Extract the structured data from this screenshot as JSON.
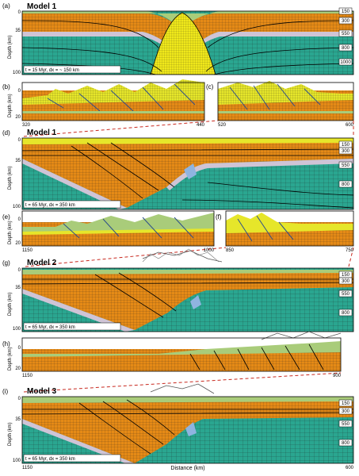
{
  "figure": {
    "palette": {
      "mantle": "#2aa690",
      "crust": "#e58a16",
      "moho_band": "#cfc4d6",
      "sediment": "#e6e62a",
      "sediment_green": "#a9cc7a",
      "grid": "#222222",
      "frame": "#000000",
      "guide": "#c8281e",
      "wedge_core": "#f0e81a"
    },
    "panels": [
      {
        "letter": "(a)",
        "title": "Model 1",
        "time_label": "t = 15 Myr, dx = ~ 150 km",
        "y_ticks": [
          "0",
          "35",
          "100"
        ],
        "y_label": "Depth (km)",
        "x_ticks": [],
        "isotherms": [
          "150",
          "300",
          "550",
          "800",
          "1000"
        ],
        "icon": "central-dome"
      },
      {
        "letter": "(b)",
        "title": "",
        "time_label": "",
        "y_ticks": [
          "0",
          "20"
        ],
        "y_label": "Depth (km)",
        "x_ticks": [
          "320",
          "440"
        ],
        "isotherms": []
      },
      {
        "letter": "(c)",
        "title": "",
        "time_label": "",
        "y_ticks": [],
        "y_label": "",
        "x_ticks": [
          "520",
          "600"
        ],
        "isotherms": []
      },
      {
        "letter": "(d)",
        "title": "Model 1",
        "time_label": "t = 65 Myr, dx = 350 km",
        "y_ticks": [
          "0",
          "35",
          "100"
        ],
        "y_label": "Depth (km)",
        "x_ticks": [],
        "isotherms": [
          "150",
          "300",
          "550",
          "800"
        ]
      },
      {
        "letter": "(e)",
        "title": "",
        "time_label": "",
        "y_ticks": [
          "0",
          "20"
        ],
        "y_label": "Depth (km)",
        "x_ticks": [
          "1150",
          "1000"
        ],
        "isotherms": []
      },
      {
        "letter": "(f)",
        "title": "",
        "time_label": "",
        "y_ticks": [],
        "y_label": "",
        "x_ticks": [
          "850",
          "750"
        ],
        "isotherms": []
      },
      {
        "letter": "(g)",
        "title": "Model 2",
        "time_label": "t = 65 Myr, dx = 350 km",
        "y_ticks": [
          "0",
          "35",
          "100"
        ],
        "y_label": "Depth (km)",
        "x_ticks": [],
        "isotherms": [
          "150",
          "300",
          "550",
          "800"
        ]
      },
      {
        "letter": "(h)",
        "title": "",
        "time_label": "",
        "y_ticks": [
          "0",
          "20"
        ],
        "y_label": "Depth (km)",
        "x_ticks": [
          "1150",
          "900"
        ],
        "isotherms": []
      },
      {
        "letter": "(i)",
        "title": "Model 3",
        "time_label": "t = 65 Myr, dx = 350 km",
        "y_ticks": [
          "0",
          "35",
          "100"
        ],
        "y_label": "Depth (km)",
        "x_ticks": [
          "1150",
          "600"
        ],
        "isotherms": [
          "150",
          "300",
          "550",
          "800"
        ],
        "x_label": "Distance (km)"
      }
    ]
  }
}
